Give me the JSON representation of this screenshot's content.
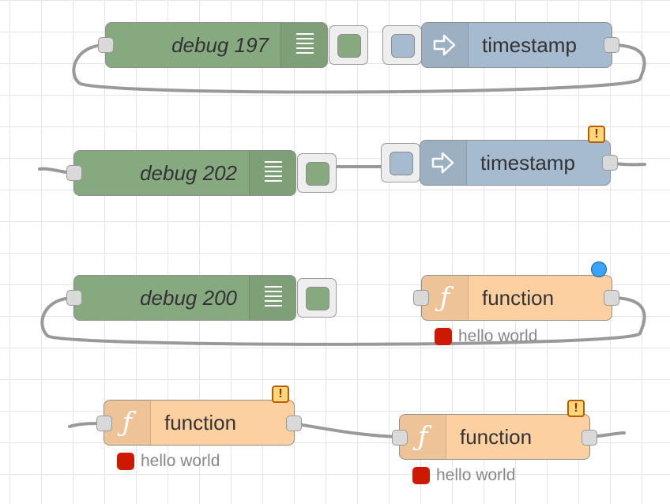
{
  "canvas": {
    "background": "#ffffff",
    "grid_color": "#e6e6e6"
  },
  "colors": {
    "debug_node": "#87a980",
    "inject_node": "#a6bbcf",
    "function_node": "#fdd0a2",
    "wire": "#999999",
    "status_error": "#cc1a00",
    "changed_indicator": "#3aa3ff",
    "warning": "#ffd87a"
  },
  "nodes": {
    "debug197": {
      "label": "debug 197",
      "type": "debug",
      "icon": "list-icon"
    },
    "timestamp1": {
      "label": "timestamp",
      "type": "inject",
      "icon": "arrow-right-icon"
    },
    "debug202": {
      "label": "debug 202",
      "type": "debug",
      "icon": "list-icon"
    },
    "timestamp2": {
      "label": "timestamp",
      "type": "inject",
      "icon": "arrow-right-icon",
      "warning": "!"
    },
    "debug200": {
      "label": "debug 200",
      "type": "debug",
      "icon": "list-icon"
    },
    "function1": {
      "label": "function",
      "type": "function",
      "icon": "function-icon",
      "icon_glyph": "ƒ",
      "changed": true,
      "status": "hello world"
    },
    "function2": {
      "label": "function",
      "type": "function",
      "icon": "function-icon",
      "icon_glyph": "ƒ",
      "warning": "!",
      "status": "hello world"
    },
    "function3": {
      "label": "function",
      "type": "function",
      "icon": "function-icon",
      "icon_glyph": "ƒ",
      "warning": "!",
      "status": "hello world"
    }
  }
}
